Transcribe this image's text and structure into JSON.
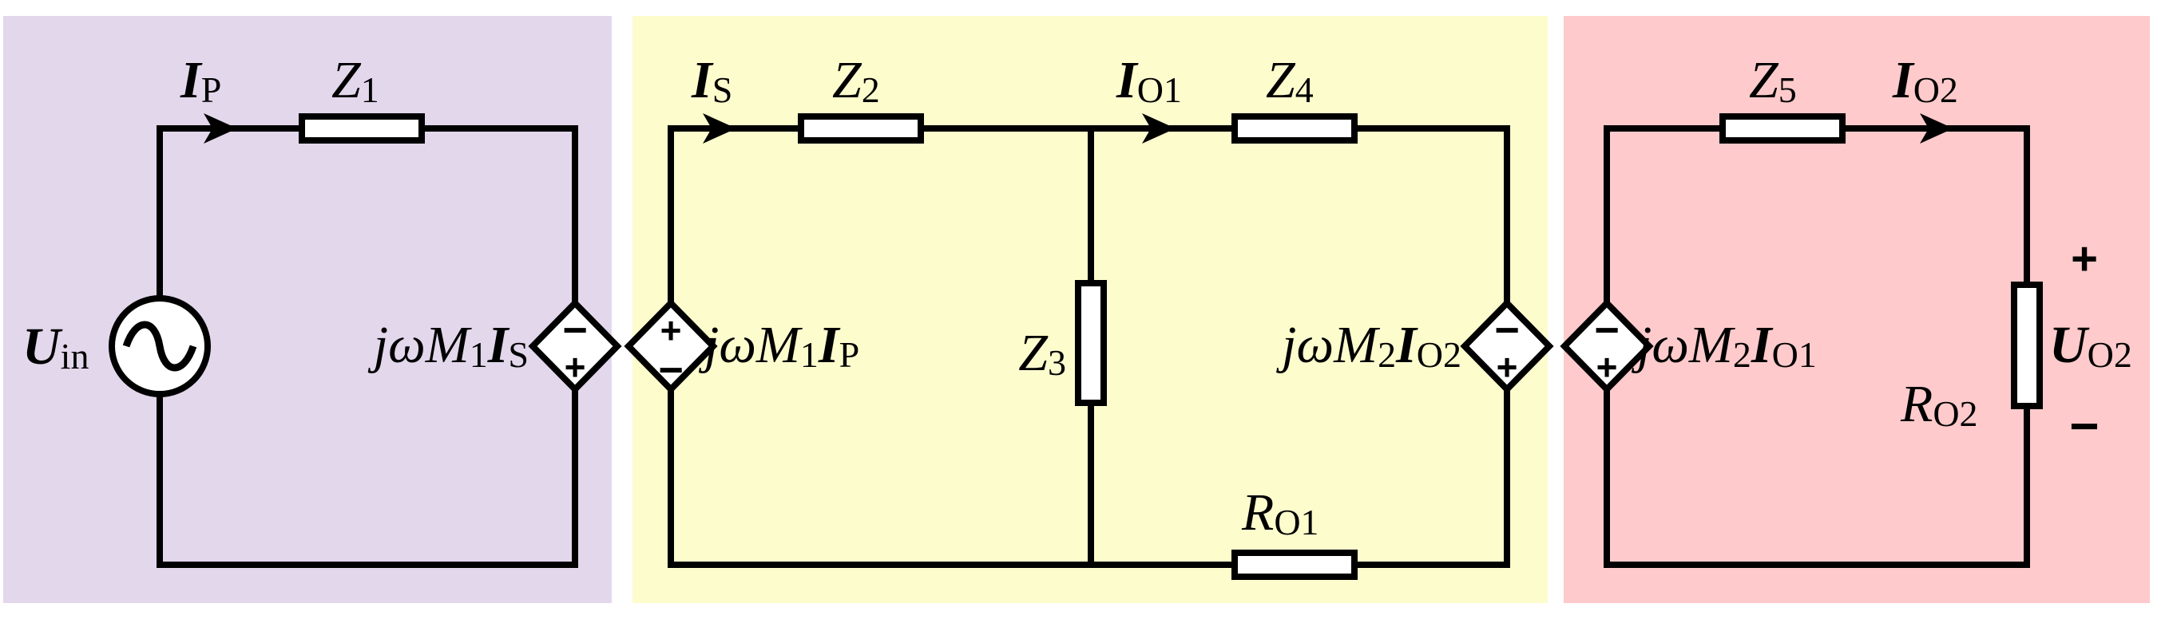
{
  "colors": {
    "panel_primary": "#e3d7ec",
    "panel_secondary": "#fdfccd",
    "panel_output": "#fecacb"
  },
  "panels": [
    {
      "name": "primary-circuit",
      "color": "#e3d7ec"
    },
    {
      "name": "secondary-circuit",
      "color": "#fdfccd"
    },
    {
      "name": "output-circuit",
      "color": "#fecacb"
    }
  ],
  "labels": {
    "I_P": {
      "main": "I",
      "sub": "P"
    },
    "Z1": {
      "main": "Z",
      "sub": "1"
    },
    "U_in": {
      "main": "U",
      "sub": "in"
    },
    "src_P": {
      "pre": "jωM",
      "idx": "1",
      "cur": "I",
      "sub": "S"
    },
    "I_S": {
      "main": "I",
      "sub": "S"
    },
    "Z2": {
      "main": "Z",
      "sub": "2"
    },
    "I_O1": {
      "main": "I",
      "sub": "O1"
    },
    "Z4": {
      "main": "Z",
      "sub": "4"
    },
    "src_S1": {
      "pre": "jωM",
      "idx": "1",
      "cur": "I",
      "sub": "P"
    },
    "Z3": {
      "main": "Z",
      "sub": "3"
    },
    "src_S2": {
      "pre": "jωM",
      "idx": "2",
      "cur": "I",
      "sub": "O2"
    },
    "R_O1": {
      "main": "R",
      "sub": "O1"
    },
    "Z5": {
      "main": "Z",
      "sub": "5"
    },
    "I_O2": {
      "main": "I",
      "sub": "O2"
    },
    "src_O": {
      "pre": "jωM",
      "idx": "2",
      "cur": "I",
      "sub": "O1"
    },
    "R_O2": {
      "main": "R",
      "sub": "O2"
    },
    "U_O2": {
      "main": "U",
      "sub": "O2"
    },
    "plus": "+",
    "minus": "−"
  }
}
